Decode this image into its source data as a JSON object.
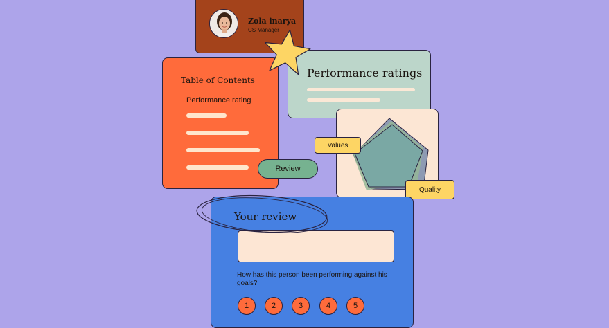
{
  "profile": {
    "name": "Zola inarya",
    "role": "CS Manager"
  },
  "toc": {
    "title": "Table of Contents",
    "item": "Performance rating"
  },
  "perf": {
    "title": "Performance ratings"
  },
  "radar": {
    "tags": {
      "values": "Values",
      "quality": "Quality"
    }
  },
  "review_pill": "Review",
  "your_review": {
    "title": "Your review",
    "input_value": "",
    "question": "How has this person been performing against his goals?",
    "ratings": [
      "1",
      "2",
      "3",
      "4",
      "5"
    ]
  },
  "colors": {
    "background": "#ada4ea",
    "profile": "#a4431b",
    "toc": "#ff6b3b",
    "perf": "#bcd6ca",
    "radar_card": "#fce6d4",
    "review_card": "#4680e2",
    "tag": "#fdd564",
    "pill": "#76b290",
    "star": "#fdd564"
  },
  "icons": [
    "avatar-photo",
    "star-icon",
    "radar-chart"
  ]
}
